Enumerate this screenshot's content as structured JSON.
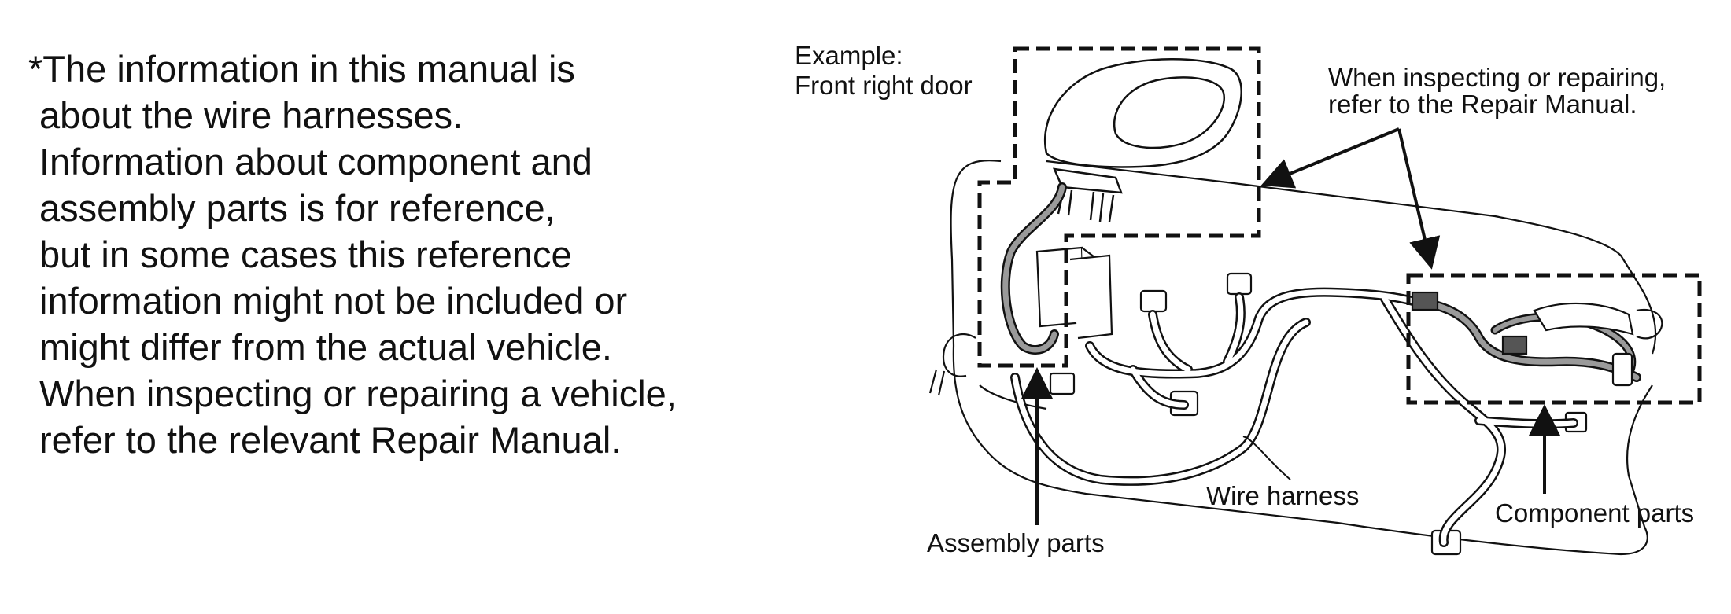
{
  "notice": {
    "lines": [
      "*The information in this manual is",
      "about the wire harnesses.",
      "Information about component and",
      "assembly parts is for reference,",
      "but in some cases this reference",
      "information might not be included or",
      "might differ from the actual vehicle.",
      "When inspecting or repairing a vehicle,",
      "refer to the relevant Repair Manual."
    ]
  },
  "diagram": {
    "example_line1": "Example:",
    "example_line2": "Front right door",
    "callout_line1": "When inspecting or repairing,",
    "callout_line2": "refer to the Repair Manual.",
    "label_wire_harness": "Wire harness",
    "label_assembly_parts": "Assembly parts",
    "label_component_parts": "Component parts"
  }
}
